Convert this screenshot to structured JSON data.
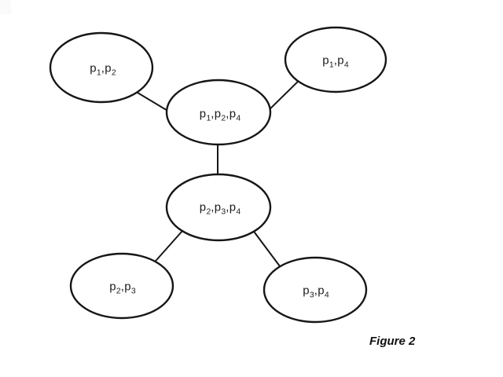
{
  "caption": {
    "text": "Figure 2"
  },
  "colors": {
    "background": "#ffffff",
    "node_fill": "#ffffff",
    "node_stroke": "#161616",
    "edge_stroke": "#161616",
    "label_text": "#1c1c1c"
  },
  "graph": {
    "nodes": [
      {
        "id": "p1p2",
        "position": "top-left",
        "parts": {
          "b1": "p",
          "s1": "1",
          "b2": ",p",
          "s2": "2"
        }
      },
      {
        "id": "p1p4",
        "position": "top-right",
        "parts": {
          "b1": "p",
          "s1": "1",
          "b2": ",p",
          "s2": "4"
        }
      },
      {
        "id": "p1p2p4",
        "position": "center-upper",
        "parts": {
          "b1": "p",
          "s1": "1",
          "b2": ",p",
          "s2": "2",
          "b3": ",p",
          "s3": "4"
        }
      },
      {
        "id": "p2p3p4",
        "position": "center-lower",
        "parts": {
          "b1": "p",
          "s1": "2",
          "b2": ",p",
          "s2": "3",
          "b3": ",p",
          "s3": "4"
        }
      },
      {
        "id": "p2p3",
        "position": "bottom-left",
        "parts": {
          "b1": "p",
          "s1": "2",
          "b2": ",p",
          "s2": "3"
        }
      },
      {
        "id": "p3p4",
        "position": "bottom-right",
        "parts": {
          "b1": "p",
          "s1": "3",
          "b2": ",p",
          "s2": "4"
        }
      }
    ],
    "edges": [
      {
        "from": "p1p2",
        "to": "p1p2p4"
      },
      {
        "from": "p1p4",
        "to": "p1p2p4"
      },
      {
        "from": "p1p2p4",
        "to": "p2p3p4"
      },
      {
        "from": "p2p3p4",
        "to": "p2p3"
      },
      {
        "from": "p2p3p4",
        "to": "p3p4"
      }
    ]
  }
}
